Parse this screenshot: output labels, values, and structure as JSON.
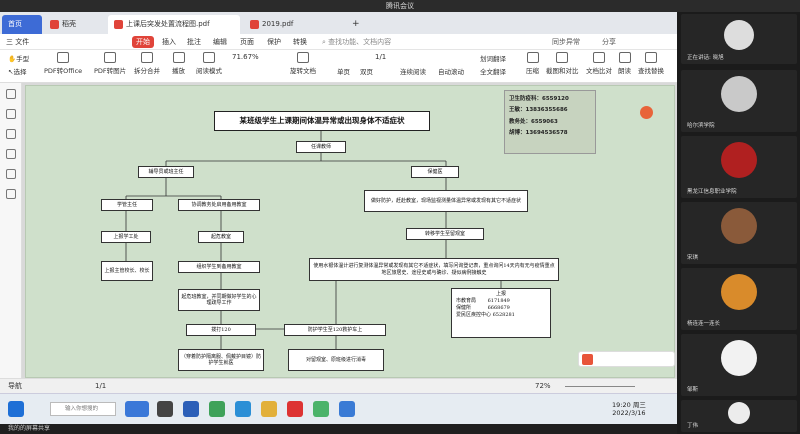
{
  "meeting": {
    "title": "腾讯会议",
    "share_label": "我的的屏幕共享"
  },
  "tabs": [
    {
      "label": "首页"
    },
    {
      "label": "稻壳"
    },
    {
      "label": "上课后突发处置流程图.pdf"
    },
    {
      "label": "2019.pdf"
    }
  ],
  "menu": {
    "file": "三 文件",
    "items": [
      "开始",
      "插入",
      "批注",
      "编辑",
      "页面",
      "保护",
      "转换"
    ],
    "search": "查找功能、文档内容",
    "sync": "同步异常",
    "share": "分享"
  },
  "toolbar": {
    "items": [
      "手型",
      "选择",
      "PDF转Office",
      "PDF转图片",
      "拆分合并",
      "播放",
      "阅读模式",
      "旋转文档",
      "单页",
      "双页",
      "连续阅读",
      "自动滚动",
      "截图和对比",
      "文档比对",
      "朗读",
      "查找替换",
      "压缩",
      "全文翻译",
      "划词翻译"
    ],
    "zoom": "71.67%",
    "page": "1/1"
  },
  "doc": {
    "title": "某班级学生上课期间体温异常或出现身体不适症状",
    "contact": {
      "line1": "卫生防疫科：6559120",
      "line2": "王敏：13836355686",
      "line3": "教务处：6559063",
      "line4": "胡博：13694536578"
    },
    "nodes": {
      "n_report": "任课教师",
      "n_left": "辅导员或班主任",
      "n_right": "保健医",
      "n_t1": "学管主任",
      "n_t2": "协调教务处启用备用教室",
      "n_t3": "上报学工处",
      "n_t4": "起危教室",
      "n_t5": "上报主管校长、校长",
      "n_t6": "组织学生到备用教室",
      "n_t7": "起危班教室，并同期做好学生的心理疏导工作",
      "n_r1": "做好防护，赶赴教室，现场监视测量体温异常或发现有其它不适症状",
      "n_r2": "转移学生至留观室",
      "n_r3": "使用水银体温计进行复测体温异常或发现有其它不适症状，填写问询登记表，重点询问14天内有无与疫情重点地区旅居史、途径史或与确诊、疑似病例接触史",
      "n_b1": "拨打120",
      "n_b2": "防护学生至120救护车上",
      "n_b3": "（穿着防护隔离服、佩戴护目镜）防护学生就医",
      "n_b4": "对留观室、原班级进行消毒",
      "n_report2": "上报",
      "report_lines": [
        "市教育局　　 6171849",
        "保健所　　　 6668679",
        "爱民区疾控中心 6528281"
      ]
    }
  },
  "status": {
    "nav": "导航",
    "page": "1/1",
    "zoom": "72%"
  },
  "taskbar": {
    "search": "输入你想搜的",
    "time": "19:20",
    "date": "2022/3/16",
    "weather": "周三"
  },
  "participants": [
    {
      "name": "正在讲话: 晓旭"
    },
    {
      "name": "哈尔滨学院"
    },
    {
      "name": "黑龙江信息职业学院"
    },
    {
      "name": "宋琪"
    },
    {
      "name": "杨连连一连长"
    },
    {
      "name": "邹斯"
    },
    {
      "name": "丁伟"
    }
  ],
  "colors": {
    "accent": "#e0443a",
    "page": "#cfe0cb"
  }
}
